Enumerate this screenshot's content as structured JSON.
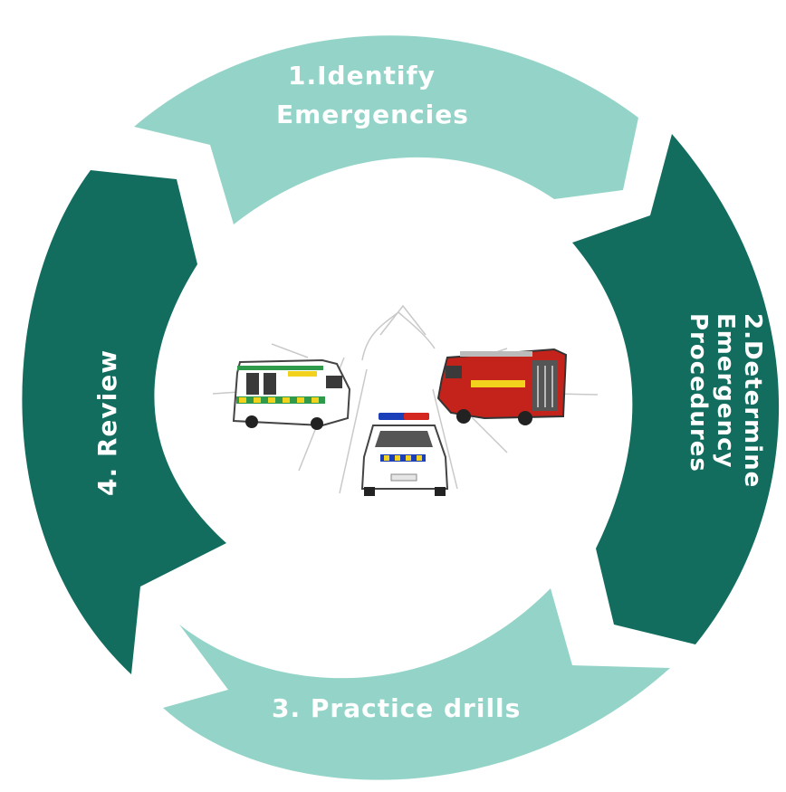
{
  "diagram": {
    "type": "cycle",
    "steps": [
      {
        "line1": "1.Identify",
        "line2": "Emergencies",
        "color": "#94d4c8"
      },
      {
        "line1": "2.Determine",
        "line2": "Emergency",
        "line3": "Procedures",
        "color": "#126d5f"
      },
      {
        "line1": "3. Practice drills",
        "color": "#94d4c8"
      },
      {
        "line1": "4. Review",
        "color": "#126d5f"
      }
    ],
    "center_illustration": "emergency-vehicles (ambulance, police car, fire truck)"
  },
  "colors": {
    "light_teal": "#94d4c8",
    "dark_teal": "#126d5f",
    "background": "#ffffff"
  }
}
